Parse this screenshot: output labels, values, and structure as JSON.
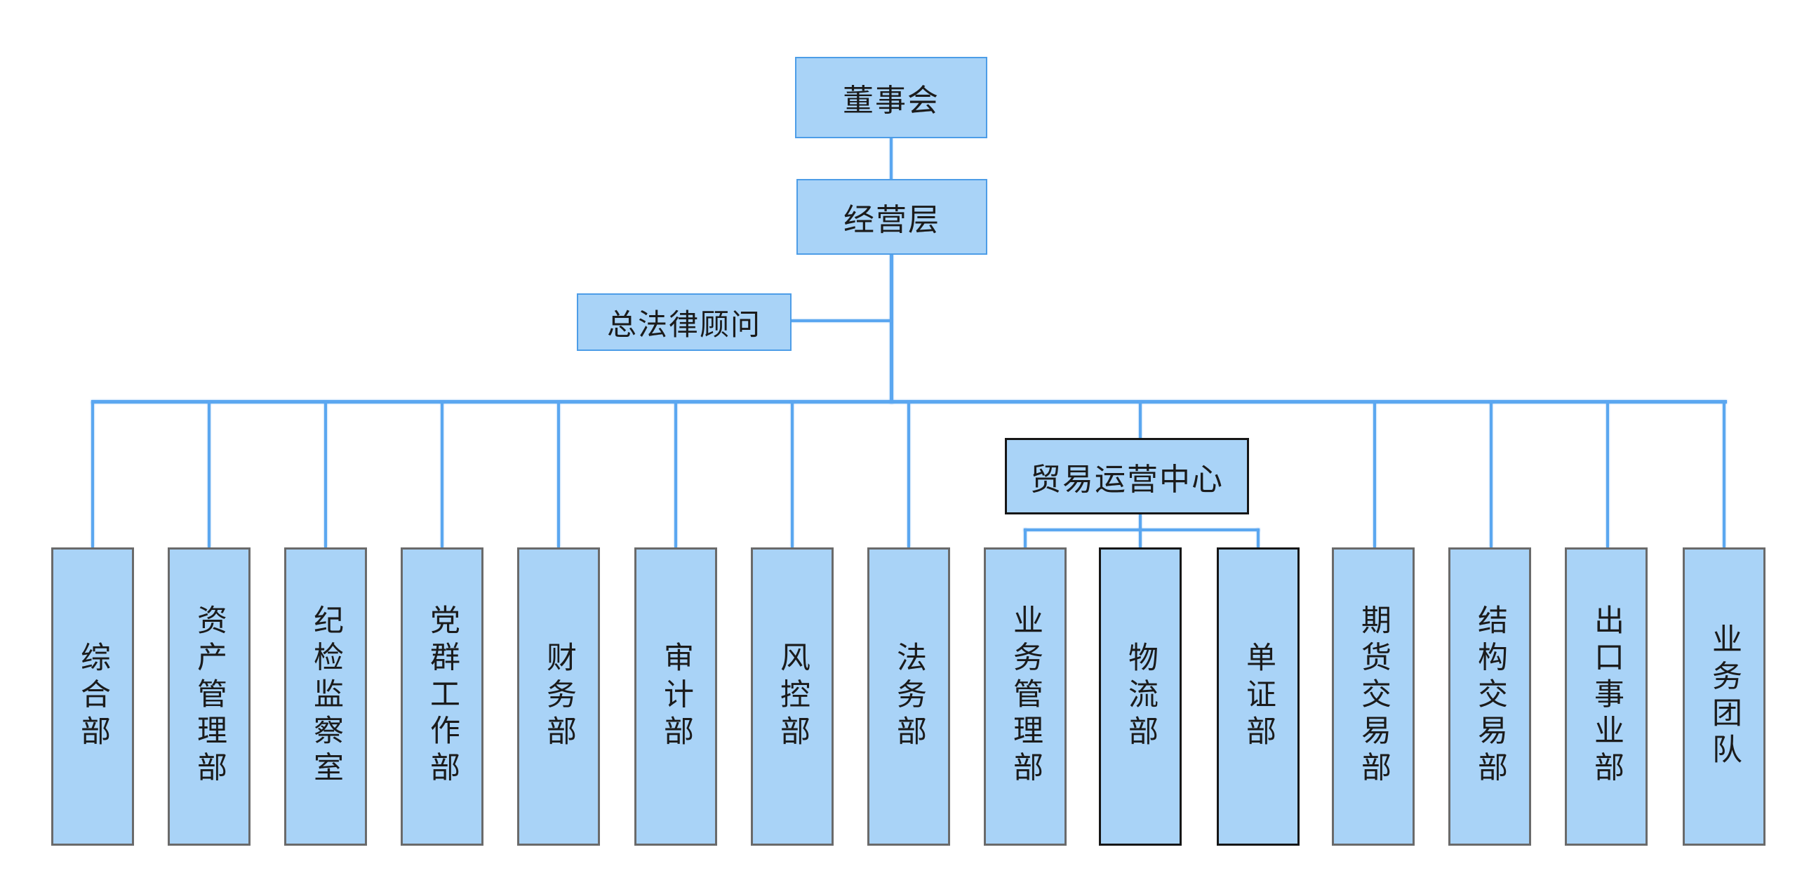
{
  "diagram": {
    "type": "org-chart",
    "root": {
      "label": "董事会"
    },
    "level2": {
      "label": "经营层"
    },
    "staff_node": {
      "label": "总法律顾问"
    },
    "mid_node": {
      "label": "贸易运营中心",
      "children": [
        "业务管理部",
        "物流部",
        "单证部"
      ]
    },
    "departments": [
      {
        "label": "综合部",
        "border_style": "gray"
      },
      {
        "label": "资产管理部",
        "border_style": "gray"
      },
      {
        "label": "纪检监察室",
        "border_style": "gray"
      },
      {
        "label": "党群工作部",
        "border_style": "gray"
      },
      {
        "label": "财务部",
        "border_style": "gray"
      },
      {
        "label": "审计部",
        "border_style": "gray"
      },
      {
        "label": "风控部",
        "border_style": "gray"
      },
      {
        "label": "法务部",
        "border_style": "gray"
      },
      {
        "label": "业务管理部",
        "border_style": "gray"
      },
      {
        "label": "物流部",
        "border_style": "black"
      },
      {
        "label": "单证部",
        "border_style": "black"
      },
      {
        "label": "期货交易部",
        "border_style": "gray"
      },
      {
        "label": "结构交易部",
        "border_style": "gray"
      },
      {
        "label": "出口事业部",
        "border_style": "gray"
      },
      {
        "label": "业务团队",
        "border_style": "gray"
      }
    ],
    "colors": {
      "node_fill": "#a9d3f7",
      "connector_blue": "#5ba7f0",
      "border_blue": "#4d9de7",
      "border_gray": "#6a6a6a",
      "border_black": "#161616",
      "text": "#1b1b1b",
      "background": "#ffffff"
    }
  }
}
